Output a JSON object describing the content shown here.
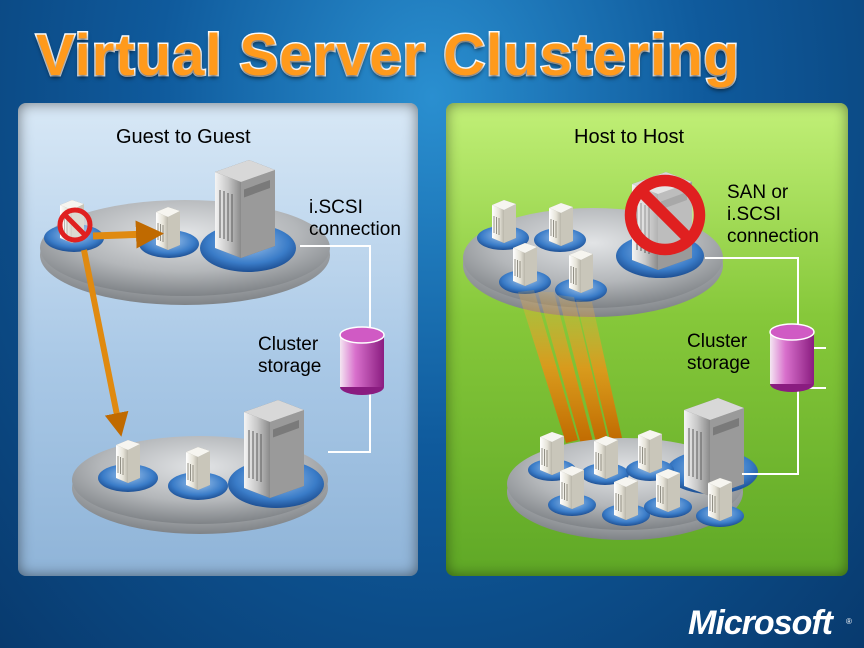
{
  "title": "Virtual Server Clustering",
  "guest_panel": {
    "heading": "Guest to Guest",
    "connection_label": "i.SCSI connection",
    "storage_label": "Cluster storage"
  },
  "host_panel": {
    "heading": "Host to Host",
    "connection_label": "SAN or i.SCSI connection",
    "storage_label": "Cluster storage"
  },
  "logo": "Microsoft",
  "colors": {
    "title": "#ff9a1c",
    "guest_panel": "#a9c8e6",
    "host_panel": "#86c83a",
    "arrow": "#e08a10",
    "storage": "#c040b8",
    "prohibit": "#e02020"
  },
  "icons": [
    "server-tower-icon",
    "virtual-machine-icon",
    "storage-cylinder-icon",
    "prohibited-icon",
    "arrow-icon"
  ]
}
